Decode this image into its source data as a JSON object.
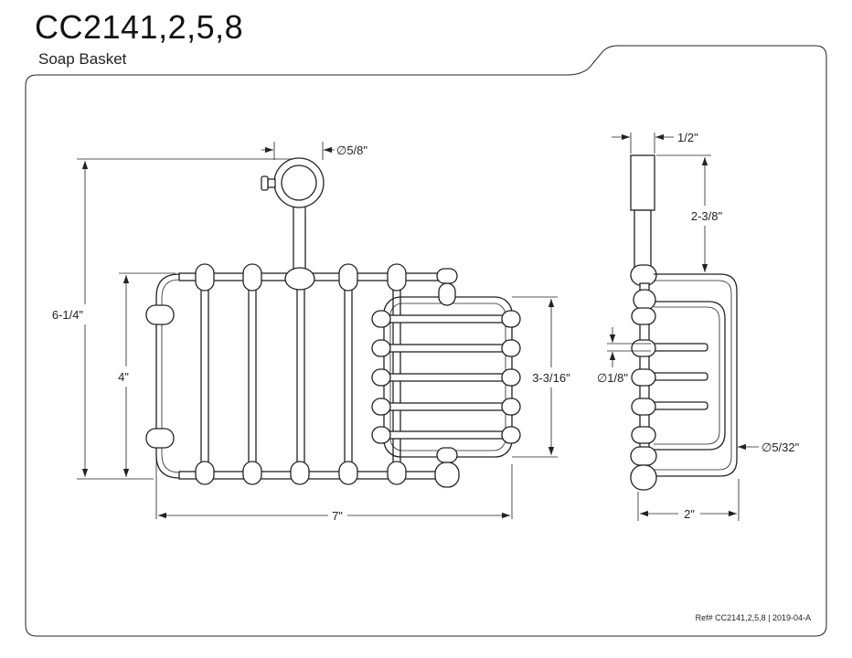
{
  "header": {
    "model": "CC2141,2,5,8",
    "product_name": "Soap Basket"
  },
  "dimensions": {
    "overall_height": "6-1/4\"",
    "basket_height": "4\"",
    "overall_width": "7\"",
    "dish_height": "3-3/16\"",
    "mount_diameter": "∅5/8\"",
    "post_offset": "1/2\"",
    "post_height": "2-3/8\"",
    "rod_diameter": "∅1/8\"",
    "wire_diameter": "∅5/32\"",
    "depth": "2\""
  },
  "footer": {
    "reference": "Ref# CC2141,2,5,8 | 2019-04-A"
  }
}
